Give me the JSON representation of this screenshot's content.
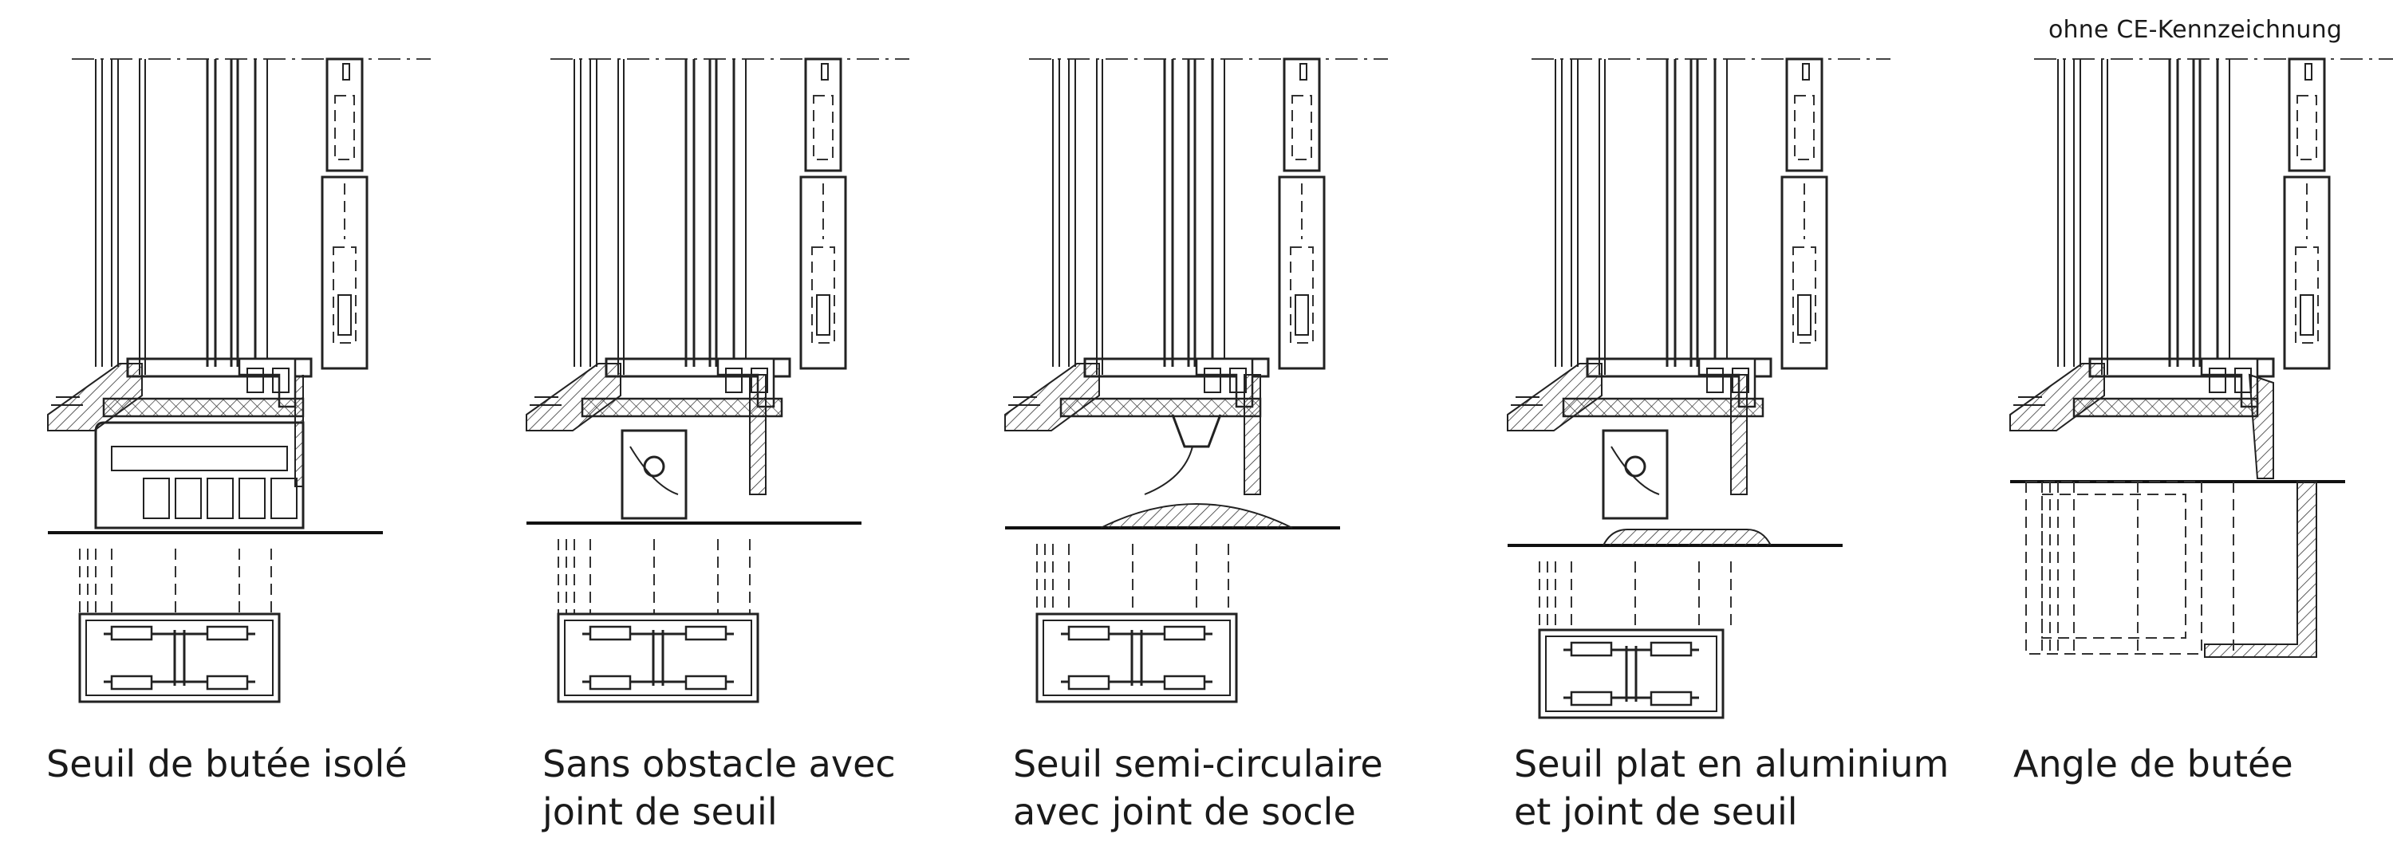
{
  "header_note": "ohne CE-Kennzeichnung",
  "details": [
    {
      "caption": [
        "Seuil de butée isolé"
      ]
    },
    {
      "caption": [
        "Sans obstacle avec",
        "joint de seuil"
      ]
    },
    {
      "caption": [
        "Seuil semi-circulaire",
        "avec joint de socle"
      ]
    },
    {
      "caption": [
        "Seuil plat en aluminium",
        "et joint de seuil"
      ]
    },
    {
      "caption": [
        "Angle de butée"
      ]
    }
  ]
}
